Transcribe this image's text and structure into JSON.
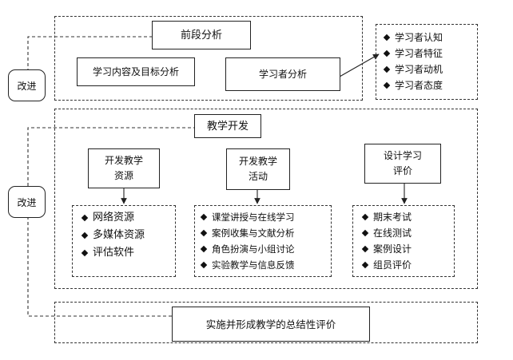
{
  "feedback": {
    "top_label": "改进",
    "middle_label": "改进"
  },
  "front_analysis": {
    "title": "前段分析",
    "content_analysis": "学习内容及目标分析",
    "learner_analysis": "学习者分析",
    "learner_items": [
      "学习者认知",
      "学习者特征",
      "学习者动机",
      "学习者态度"
    ]
  },
  "development": {
    "title": "教学开发",
    "resources": {
      "title_lines": [
        "开发教学",
        "资源"
      ],
      "items": [
        "网络资源",
        "多媒体资源",
        "评估软件"
      ]
    },
    "activities": {
      "title_lines": [
        "开发教学",
        "活动"
      ],
      "items": [
        "课堂讲授与在线学习",
        "案例收集与文献分析",
        "角色扮演与小组讨论",
        "实验教学与信息反馈"
      ]
    },
    "evaluation": {
      "title_lines": [
        "设计学习",
        "评价"
      ],
      "items": [
        "期末考试",
        "在线测试",
        "案例设计",
        "组员评价"
      ]
    }
  },
  "implementation": {
    "title": "实施并形成教学的总结性评价"
  }
}
